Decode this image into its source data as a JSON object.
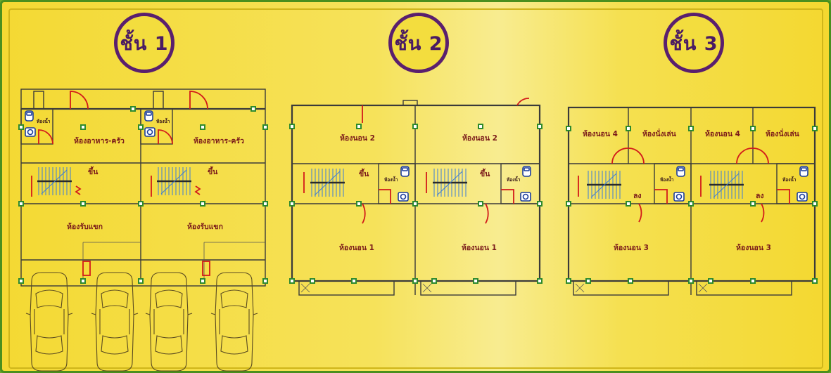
{
  "floors": [
    {
      "badge": "ชั้น 1"
    },
    {
      "badge": "ชั้น 2"
    },
    {
      "badge": "ชั้น 3"
    }
  ],
  "labels": {
    "f1_dining": "ห้องอาหาร-ครัว",
    "f1_up": "ขึ้น",
    "f1_living": "ห้องรับแขก",
    "f1_wc": "ห้องน้ำ",
    "f2_bed2": "ห้องนอน 2",
    "f2_bed1": "ห้องนอน 1",
    "f2_up": "ขึ้น",
    "f2_wc": "ห้องน้ำ",
    "f3_bed4": "ห้องนอน 4",
    "f3_sitting": "ห้องนั่งเล่น",
    "f3_bed3": "ห้องนอน 3",
    "f3_down": "ลง",
    "f3_wc": "ห้องน้ำ"
  },
  "colors": {
    "background": "#f4d933",
    "border_green": "#4a8f1e",
    "badge_ring": "#5a1f6e",
    "door": "#d21a1a",
    "column": "#2e8a2e",
    "stair": "#3b7bd6"
  }
}
